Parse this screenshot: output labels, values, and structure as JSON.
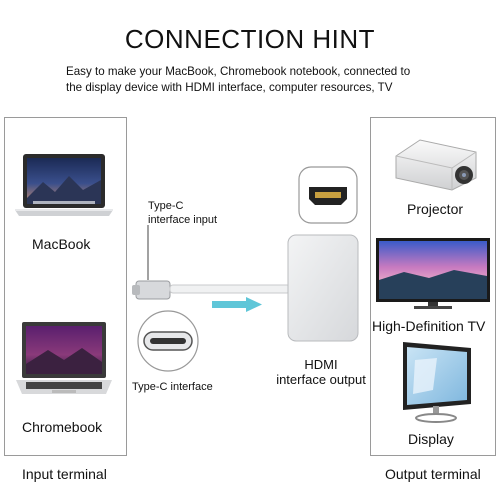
{
  "header": {
    "title": "CONNECTION HINT",
    "subtitle_line1": "Easy to make your MacBook, Chromebook notebook, connected to",
    "subtitle_line2": "the display device with HDMI interface, computer resources, TV"
  },
  "input_panel": {
    "caption": "Input terminal",
    "devices": [
      {
        "label": "MacBook",
        "icon": "macbook-laptop-icon"
      },
      {
        "label": "Chromebook",
        "icon": "chromebook-laptop-icon"
      }
    ]
  },
  "output_panel": {
    "caption": "Output terminal",
    "devices": [
      {
        "label": "Projector",
        "icon": "projector-icon"
      },
      {
        "label": "High-Definition TV",
        "icon": "tv-icon"
      },
      {
        "label": "Display",
        "icon": "monitor-icon"
      }
    ]
  },
  "adapter": {
    "typec_input_line1": "Type-C",
    "typec_input_line2": "interface input",
    "typec_interface_label": "Type-C interface",
    "hdmi_output_line1": "HDMI",
    "hdmi_output_line2": "interface output"
  },
  "colors": {
    "panel_border": "#9a9a9a",
    "arrow": "#5fc6d8",
    "adapter_body": "#e4e6e8"
  }
}
